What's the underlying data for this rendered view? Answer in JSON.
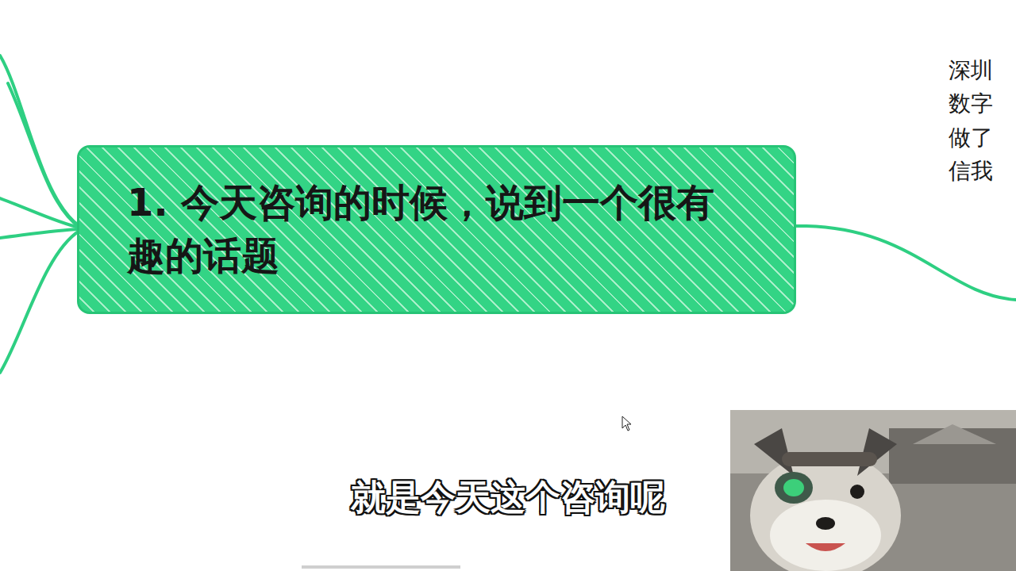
{
  "diagram": {
    "nodes": [
      {
        "text": [
          "1. 今天咨询的时候，说到一个很有趣的话题"
        ]
      }
    ],
    "labels": [
      "深圳",
      "数字",
      "做了",
      "信我",
      "就是今天这个咨询呢"
    ]
  }
}
